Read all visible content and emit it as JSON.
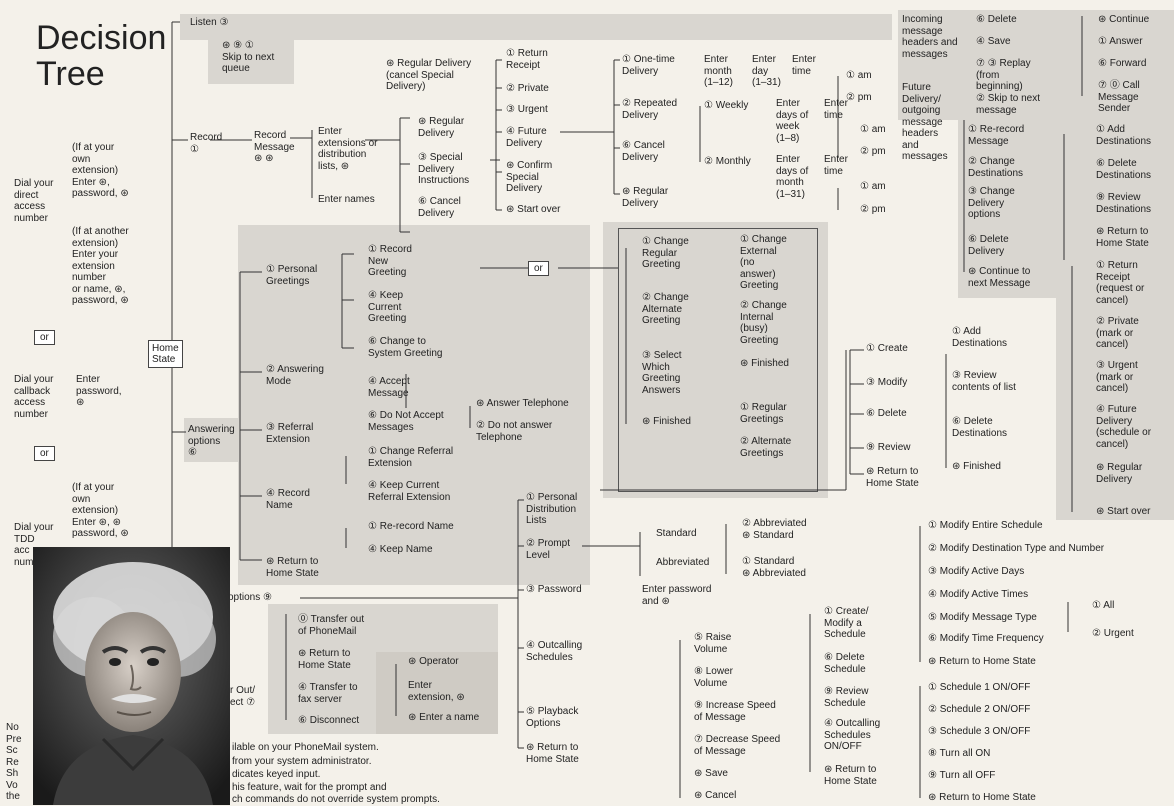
{
  "title": "Decision\nTree",
  "nodes": {
    "listen": "Listen ③",
    "skip": "⊛ ⑨ ①\nSkip to next\nqueue",
    "dial_direct": "Dial your\ndirect\naccess\nnumber",
    "own_ext": "(If at your\nown\nextension)\nEnter ⊛,\npassword, ⊛",
    "other_ext": "(If at another\nextension)\nEnter your\nextension\nnumber\nor name, ⊛,\npassword, ⊛",
    "or1": "or",
    "dial_callback": "Dial your\ncallback\naccess\nnumber",
    "enter_pw": "Enter\npassword,\n⊛",
    "or2": "or",
    "dial_tdd": "Dial your\nTDD\nacc\nnum",
    "tdd_own": "(If at your\nown\nextension)\nEnter ⊛, ⊛\npassword, ⊛",
    "home_state": "Home\nState",
    "record": "Record\n①",
    "record_message": "Record\nMessage\n⊛ ⊛",
    "enter_ext": "Enter\nextensions or\ndistribution\nlists, ⊛",
    "enter_names": "Enter names",
    "regular_delivery": "⊛ Regular\nDelivery",
    "special_delivery": "③ Special\nDelivery\nInstructions",
    "cancel_delivery": "⑥ Cancel\nDelivery",
    "reg_cancel_special": "⊛ Regular Delivery\n(cancel Special\nDelivery)",
    "return_receipt": "① Return\nReceipt",
    "private": "② Private",
    "urgent": "③ Urgent",
    "future_delivery": "④ Future\nDelivery",
    "confirm_special": "⊛ Confirm\nSpecial\nDelivery",
    "start_over1": "⊛ Start over",
    "one_time": "① One-time\nDelivery",
    "enter_month": "Enter\nmonth\n(1–12)",
    "enter_day": "Enter\nday\n(1–31)",
    "enter_time1": "Enter\ntime",
    "am1": "① am",
    "pm1": "② pm",
    "repeated": "② Repeated\nDelivery",
    "weekly": "① Weekly",
    "enter_dow": "Enter\ndays of\nweek\n(1–8)",
    "enter_time2": "Enter\ntime",
    "am2": "① am",
    "pm2": "② pm",
    "cancel_delivery2": "⑥ Cancel\nDelivery",
    "monthly": "② Monthly",
    "enter_dom": "Enter\ndays of\nmonth\n(1–31)",
    "enter_time3": "Enter\ntime",
    "am3": "① am",
    "pm3": "② pm",
    "regular_delivery2": "⊛ Regular\nDelivery",
    "incoming": "Incoming\nmessage\nheaders and\nmessages",
    "future_outgoing": "Future\nDelivery/\noutgoing\nmessage\nheaders\nand\nmessages",
    "delete6": "⑥ Delete",
    "save4": "④ Save",
    "replay": "⑦ ③ Replay\n(from\nbeginning)",
    "skip_next_msg": "② Skip to next\nmessage",
    "continue": "⊛ Continue",
    "answer": "① Answer",
    "forward": "⑥ Forward",
    "call_sender": "⑦ ⓪ Call\nMessage\nSender",
    "rerecord_msg": "① Re-record\nMessage",
    "change_dest": "② Change\nDestinations",
    "change_delivery_opts": "③ Change\nDelivery\noptions",
    "delete_delivery": "⑥ Delete\nDelivery",
    "continue_next": "⊛ Continue to\nnext Message",
    "add_dest": "① Add\nDestinations",
    "delete_dest": "⑥ Delete\nDestinations",
    "review_dest": "⑨ Review\nDestinations",
    "return_home_r": "⊛ Return to\nHome State",
    "return_receipt2": "① Return\nReceipt\n(request or\ncancel)",
    "private2": "② Private\n(mark or\ncancel)",
    "urgent2": "③ Urgent\n(mark or\ncancel)",
    "future2": "④ Future\nDelivery\n(schedule or\ncancel)",
    "regular3": "⊛ Regular\nDelivery",
    "start_over2": "⊛ Start over",
    "answering_options": "Answering\noptions\n⑥",
    "personal_greetings": "① Personal\nGreetings",
    "record_new_greeting": "① Record\nNew\nGreeting",
    "keep_greeting": "④ Keep\nCurrent\nGreeting",
    "change_system_greeting": "⑥ Change to\nSystem Greeting",
    "or3": "or",
    "change_regular": "① Change\nRegular\nGreeting",
    "change_alternate": "② Change\nAlternate\nGreeting",
    "select_which": "③ Select\nWhich\nGreeting\nAnswers",
    "finished1": "⊛ Finished",
    "change_external": "① Change\nExternal\n(no\nanswer)\nGreeting",
    "change_internal": "② Change\nInternal\n(busy)\nGreeting",
    "finished2": "⊛ Finished",
    "regular_greetings": "① Regular\nGreetings",
    "alternate_greetings": "② Alternate\nGreetings",
    "answering_mode": "② Answering\nMode",
    "accept_message": "④ Accept\nMessage",
    "do_not_accept": "⑥ Do Not Accept\nMessages",
    "answer_tel": "⊛ Answer Telephone",
    "do_not_answer_tel": "② Do not answer\nTelephone",
    "referral_ext": "③ Referral\nExtension",
    "change_referral": "① Change Referral\nExtension",
    "keep_referral": "④ Keep Current\nReferral Extension",
    "record_name": "④ Record\nName",
    "rerecord_name": "① Re-record Name",
    "keep_name": "④ Keep Name",
    "return_home_a": "⊛ Return to\nHome State",
    "create": "① Create",
    "modify": "③ Modify",
    "delete_list": "⑥ Delete",
    "review_list": "⑨ Review",
    "return_home_l": "⊛ Return to\nHome State",
    "add_dest2": "① Add\nDestinations",
    "review_contents": "③ Review\ncontents of list",
    "delete_dest2": "⑥ Delete\nDestinations",
    "finished3": "⊛ Finished",
    "options": "options ⑨",
    "pdl": "① Personal\nDistribution\nLists",
    "prompt_level": "② Prompt\nLevel",
    "standard": "Standard",
    "abbreviated": "Abbreviated",
    "abbr1": "② Abbreviated\n⊛ Standard",
    "std1": "① Standard\n⊛ Abbreviated",
    "password": "③ Password",
    "enter_password": "Enter password\nand ⊛",
    "outcalling": "④ Outcalling\nSchedules",
    "create_modify": "① Create/\nModify a\nSchedule",
    "delete_schedule": "⑥ Delete\nSchedule",
    "review_schedule": "⑨ Review\nSchedule",
    "outcalling_onoff": "④ Outcalling\nSchedules\nON/OFF",
    "return_home_o": "⊛ Return to\nHome State",
    "modify_entire": "① Modify Entire Schedule",
    "modify_dest_type": "② Modify Destination Type and Number",
    "modify_active_days": "③ Modify Active Days",
    "modify_active_times": "④ Modify Active Times",
    "modify_msg_type": "⑤ Modify Message Type",
    "modify_time_freq": "⑥ Modify Time Frequency",
    "return_home_m": "⊛ Return to Home State",
    "all": "① All",
    "urgent3": "② Urgent",
    "sched1": "① Schedule 1 ON/OFF",
    "sched2": "② Schedule 2 ON/OFF",
    "sched3": "③ Schedule 3 ON/OFF",
    "turn_all_on": "⑧ Turn all ON",
    "turn_all_off": "⑨ Turn all OFF",
    "return_home_s": "⊛ Return to Home State",
    "playback": "⑤ Playback\nOptions",
    "return_home_p": "⊛ Return to\nHome State",
    "raise_vol": "⑤ Raise\nVolume",
    "lower_vol": "⑧ Lower\nVolume",
    "increase_speed": "⑨ Increase Speed\nof Message",
    "decrease_speed": "⑦ Decrease Speed\nof Message",
    "save_p": "⊛ Save",
    "cancel_p": "⊛ Cancel",
    "transfer_out": "⓪ Transfer out\nof PhoneMail",
    "return_home_t": "⊛ Return to\nHome State",
    "transfer_fax": "④ Transfer to\nfax server",
    "disconnect": "⑥ Disconnect",
    "operator": "⊛ Operator",
    "enter_extension": "Enter\nextension, ⊛",
    "enter_a_name": "⊛ Enter a name",
    "exit_label": "r Out/\nect ⑦"
  },
  "footnotes": [
    "ilable on your PhoneMail system.",
    "from your system administrator.",
    "dicates keyed input.",
    "his feature, wait for the prompt and",
    "ch commands do not override system prompts."
  ],
  "left_note": "No\nPre\nSc\nRe\nSh\nVo\nthe"
}
